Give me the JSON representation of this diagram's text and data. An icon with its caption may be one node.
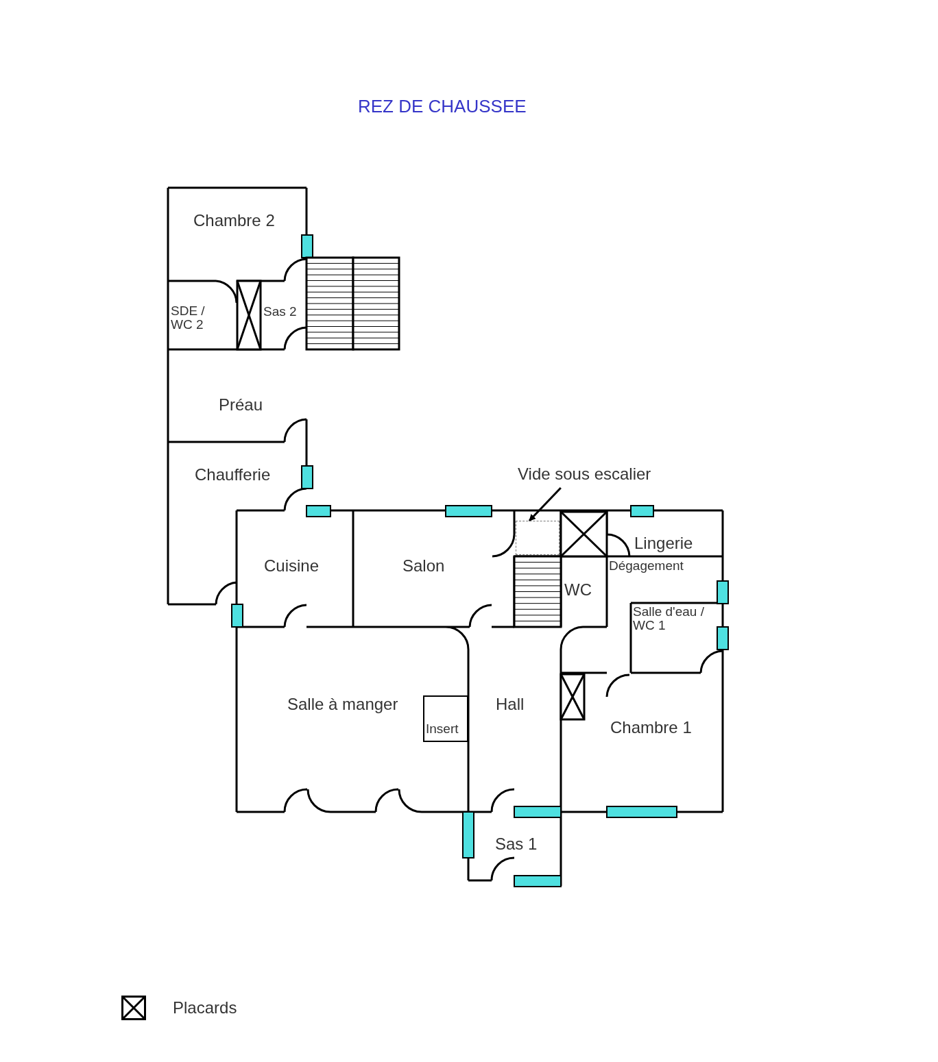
{
  "diagram": {
    "title": "REZ DE CHAUSSEE",
    "nodes": [
      {
        "text": [
          "Chambre 2"
        ]
      },
      {
        "text": [
          "SDE / WC 2"
        ]
      },
      {
        "text": [
          "Sas 2"
        ]
      },
      {
        "text": [
          "Préau"
        ]
      },
      {
        "text": [
          "Chaufferie"
        ]
      },
      {
        "text": [
          "Vide sous escalier"
        ]
      },
      {
        "text": [
          "Cuisine"
        ]
      },
      {
        "text": [
          "Salon"
        ]
      },
      {
        "text": [],
        "shape": "box"
      },
      {
        "text": [
          "Lingerie"
        ]
      },
      {
        "text": [
          "Dégagement"
        ]
      },
      {
        "text": [
          "WC"
        ]
      },
      {
        "text": [
          "Salle d'eau / WC 1"
        ]
      },
      {
        "text": [
          "Salle à manger"
        ]
      },
      {
        "text": [
          "Insert"
        ]
      },
      {
        "text": [
          "Hall"
        ]
      },
      {
        "text": [
          "Chambre 1"
        ]
      },
      {
        "text": [
          "Sas 1"
        ]
      }
    ],
    "edges": [
      {
        "from": 5,
        "to": 8,
        "arrow": "to"
      }
    ],
    "legend": [
      {
        "text": "Placards"
      }
    ]
  }
}
